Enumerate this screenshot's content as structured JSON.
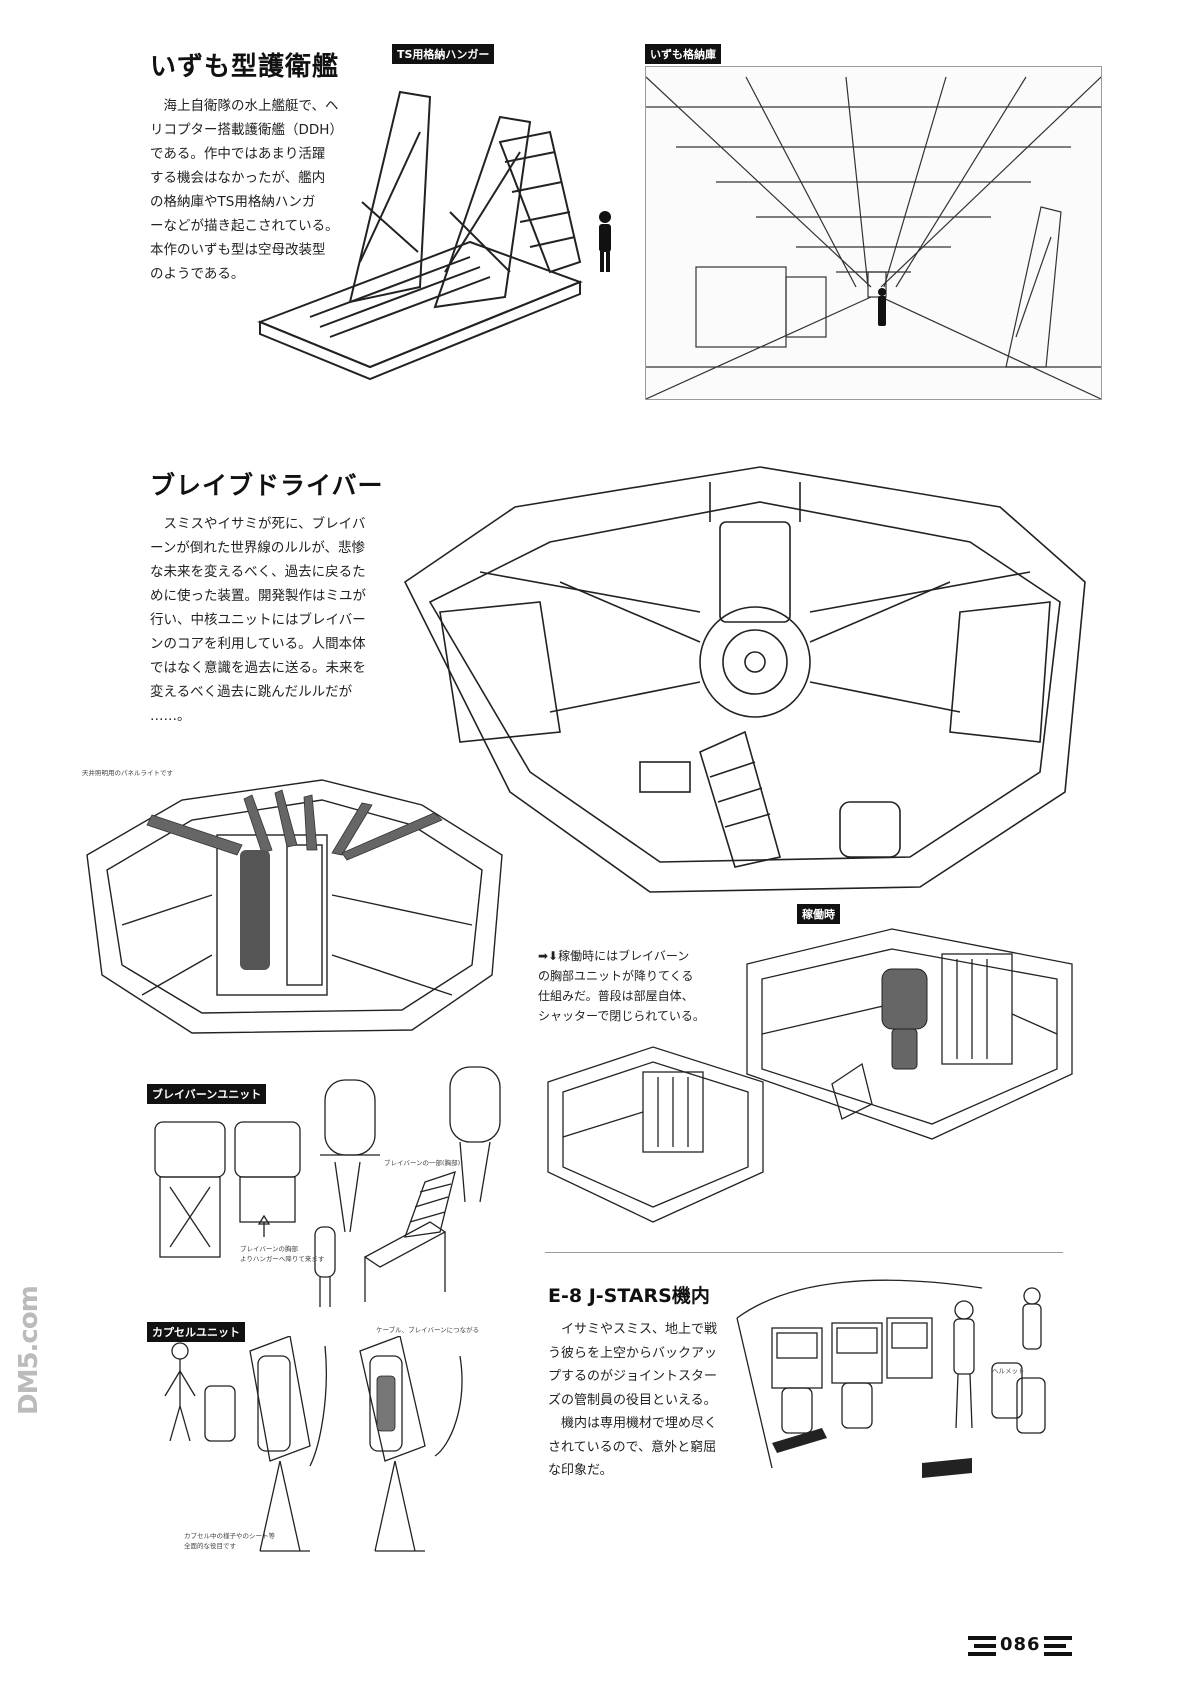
{
  "sections": {
    "izumo": {
      "title": "いずも型護衛艦",
      "body": "　海上自衛隊の水上艦艇で、ヘ\nリコプター搭載護衛艦（DDH）\nである。作中ではあまり活躍\nする機会はなかったが、艦内\nの格納庫やTS用格納ハンガ\nーなどが描き起こされている。\n本作のいずも型は空母改装型\nのようである。",
      "label_hangar": "TS用格納ハンガー",
      "label_storage": "いずも格納庫"
    },
    "brave_driver": {
      "title": "ブレイブドライバー",
      "body": "　スミスやイサミが死に、ブレイバ\nーンが倒れた世界線のルルが、悲惨\nな未来を変えるべく、過去に戻るた\nめに使った装置。開発製作はミユが\n行い、中核ユニットにはブレイバー\nンのコアを利用している。人間本体\nではなく意識を過去に送る。未来を\n変えるべく過去に跳んだルルだが\n……。",
      "ceiling_note": "天井照明用のパネルライトです",
      "label_active": "稼働時",
      "active_caption": "➡⬇稼働時にはブレイバーン\nの胸部ユニットが降りてくる\n仕組みだ。普段は部屋自体、\nシャッターで閉じられている。"
    },
    "braver_unit": {
      "label": "ブレイバーンユニット",
      "note_arrow": "ブレイバーンの胸部\nよりハンガーへ降りて来ます",
      "note_side": "ブレイバーンの一部(胸部)"
    },
    "capsule_unit": {
      "label": "カプセルユニット",
      "note_top": "ケーブル、ブレイバーンにつながる",
      "note_bottom": "カプセル中の様子やのシート等\n全面的な役目です"
    },
    "jstars": {
      "title": "E-8 J-STARS機内",
      "body": "　イサミやスミス、地上で戦\nう彼らを上空からバックアッ\nプするのがジョイントスター\nズの管制員の役目といえる。\n　機内は専用機材で埋め尽く\nされているので、意外と窮屈\nな印象だ。",
      "note": "ヘルメット"
    }
  },
  "footer": {
    "page_number": "086",
    "watermark": "DM5.com"
  }
}
